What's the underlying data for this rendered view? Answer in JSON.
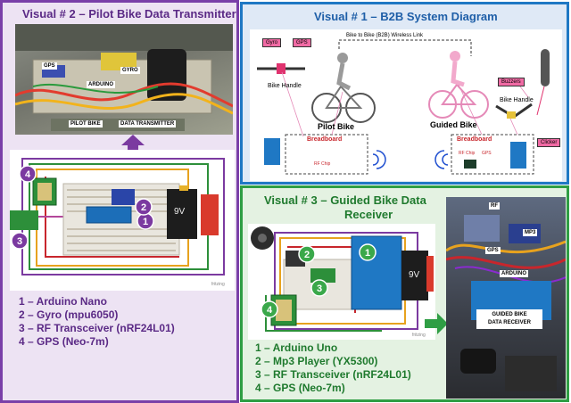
{
  "panel2": {
    "title": "Visual # 2 – Pilot Bike Data Transmitter",
    "photo_labels": {
      "gps": "GPS",
      "gyro": "GYRO",
      "arduino": "ARDUINO",
      "pilot": "PILOT BIKE",
      "transmitter": "DATA TRANSMITTER"
    },
    "badges": [
      "1",
      "2",
      "3",
      "4"
    ],
    "battery": "9V",
    "fritzing": "fritzing",
    "legend": [
      "1 – Arduino Nano",
      "2 – Gyro (mpu6050)",
      "3 – RF Transceiver (nRF24L01)",
      "4 – GPS (Neo-7m)"
    ]
  },
  "panel1": {
    "title": "Visual # 1 – B2B System Diagram",
    "link_label": "Bike to Bike (B2B) Wireless Link",
    "tags": {
      "gyro": "Gyro",
      "gps": "GPS",
      "buzzers": "Buzzers",
      "clicker": "Clicker"
    },
    "bike_handle_left": "Bike Handle",
    "bike_handle_right": "Bike Handle",
    "pilot_bike": "Pilot Bike",
    "guided_bike": "Guided Bike",
    "breadboard_left": "Breadboard",
    "breadboard_right": "Breadboard",
    "rf_chip_left": "RF Chip",
    "rf_chip_right": "RF Chip",
    "gps_small": "GPS"
  },
  "panel3": {
    "title_line1": "Visual # 3 – Guided Bike Data",
    "title_line2": "Receiver",
    "badges": [
      "1",
      "2",
      "3",
      "4"
    ],
    "battery": "9V",
    "fritzing": "fritzing",
    "photo_labels": {
      "rf": "RF",
      "mp3": "MP3",
      "gps": "GPS",
      "arduino": "ARDUINO",
      "receiver_line1": "GUIDED BIKE",
      "receiver_line2": "DATA RECEIVER"
    },
    "legend": [
      "1 – Arduino Uno",
      "2 – Mp3 Player (YX5300)",
      "3 – RF Transceiver (nRF24L01)",
      "4 – GPS (Neo-7m)"
    ]
  },
  "colors": {
    "purple": "#7a3fa8",
    "blue": "#1f78c4",
    "green": "#2f9e44",
    "badge_green": "#3aa84a",
    "badge_purple": "#7b3aa0",
    "tag_pink": "#f06aa4"
  }
}
